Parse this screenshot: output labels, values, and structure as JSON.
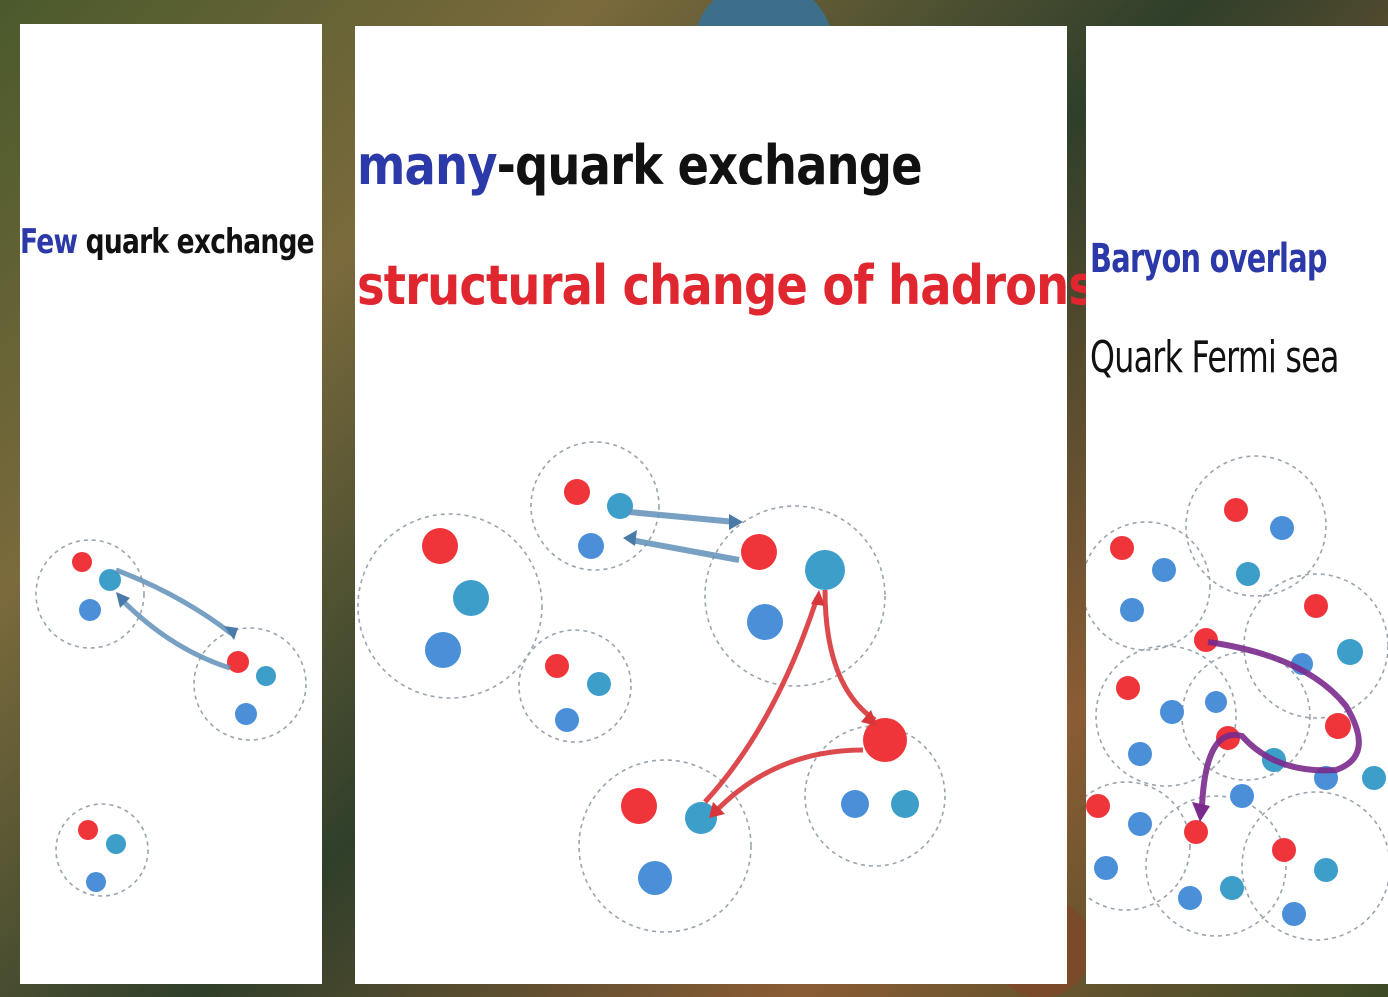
{
  "panels": {
    "left": {
      "title_word": "Few",
      "title_rest": " quark exchange",
      "title_word_color": "#2b3aa8"
    },
    "middle": {
      "title_word": "many",
      "title_rest": "-quark exchange",
      "subtitle": "structural change of hadrons",
      "subtitle_color": "#e0262f"
    },
    "right": {
      "title": "Baryon overlap",
      "subtitle": "Quark Fermi sea"
    }
  },
  "colors": {
    "red_quark": "#f0353a",
    "blue_quark": "#4a8fd8",
    "exchange_arrow_blue": "#5f8fb8",
    "exchange_arrow_red": "#d8363a",
    "exchange_arrow_purple": "#7a2a8c"
  }
}
